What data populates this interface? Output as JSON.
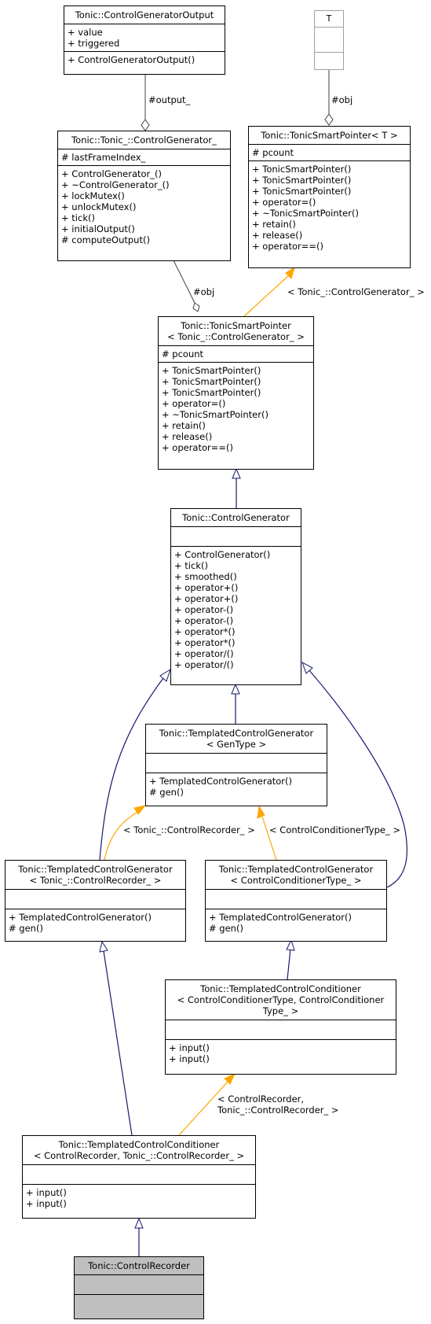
{
  "classes": {
    "cgo": {
      "name": "Tonic::ControlGeneratorOutput",
      "attributes": [
        "+ value",
        "+ triggered"
      ],
      "methods": [
        "+ ControlGeneratorOutput()"
      ]
    },
    "t": {
      "name": "T"
    },
    "cg_": {
      "name": "Tonic::Tonic_::ControlGenerator_",
      "attributes": [
        "# lastFrameIndex_"
      ],
      "methods": [
        "+ ControlGenerator_()",
        "+ ~ControlGenerator_()",
        "+ lockMutex()",
        "+ unlockMutex()",
        "+ tick()",
        "+ initialOutput()",
        "# computeOutput()"
      ]
    },
    "tsp_t": {
      "name": "Tonic::TonicSmartPointer< T >",
      "attributes": [
        "# pcount"
      ],
      "methods": [
        "+ TonicSmartPointer()",
        "+ TonicSmartPointer()",
        "+ TonicSmartPointer()",
        "+ operator=()",
        "+ ~TonicSmartPointer()",
        "+ retain()",
        "+ release()",
        "+ operator==()"
      ]
    },
    "tsp_cg": {
      "name_line1": "Tonic::TonicSmartPointer",
      "name_line2": "< Tonic_::ControlGenerator_ >",
      "attributes": [
        "# pcount"
      ],
      "methods": [
        "+ TonicSmartPointer()",
        "+ TonicSmartPointer()",
        "+ TonicSmartPointer()",
        "+ operator=()",
        "+ ~TonicSmartPointer()",
        "+ retain()",
        "+ release()",
        "+ operator==()"
      ]
    },
    "cg": {
      "name": "Tonic::ControlGenerator",
      "methods": [
        "+ ControlGenerator()",
        "+ tick()",
        "+ smoothed()",
        "+ operator+()",
        "+ operator+()",
        "+ operator-()",
        "+ operator-()",
        "+ operator*()",
        "+ operator*()",
        "+ operator/()",
        "+ operator/()"
      ]
    },
    "tcg_gen": {
      "name_line1": "Tonic::TemplatedControlGenerator",
      "name_line2": "< GenType >",
      "methods": [
        "+ TemplatedControlGenerator()",
        "# gen()"
      ]
    },
    "tcg_rec": {
      "name_line1": "Tonic::TemplatedControlGenerator",
      "name_line2": "< Tonic_::ControlRecorder_ >",
      "methods": [
        "+ TemplatedControlGenerator()",
        "# gen()"
      ]
    },
    "tcg_cond": {
      "name_line1": "Tonic::TemplatedControlGenerator",
      "name_line2": "< ControlConditionerType_ >",
      "methods": [
        "+ TemplatedControlGenerator()",
        "# gen()"
      ]
    },
    "tcc_gen": {
      "name_line1": "Tonic::TemplatedControlConditioner",
      "name_line2": "< ControlConditionerType, ControlConditioner",
      "name_line3": "Type_ >",
      "methods": [
        "+ input()",
        "+ input()"
      ]
    },
    "tcc_rec": {
      "name_line1": "Tonic::TemplatedControlConditioner",
      "name_line2": "< ControlRecorder, Tonic_::ControlRecorder_ >",
      "methods": [
        "+ input()",
        "+ input()"
      ]
    },
    "recorder": {
      "name": "Tonic::ControlRecorder"
    }
  },
  "edge_labels": {
    "output": "#output_",
    "obj_t": "#obj",
    "obj_cg": "#obj",
    "tsp_template": "< Tonic_::ControlGenerator_ >",
    "rec_template": "< Tonic_::ControlRecorder_ >",
    "cond_template": "< ControlConditionerType_ >",
    "tcc_template_line1": "< ControlRecorder,",
    "tcc_template_line2": "Tonic_::ControlRecorder_ >"
  },
  "colors": {
    "inheritance": "#191970",
    "template": "#ffa500",
    "usage": "#404040",
    "highlight": "#bfbfbf"
  }
}
